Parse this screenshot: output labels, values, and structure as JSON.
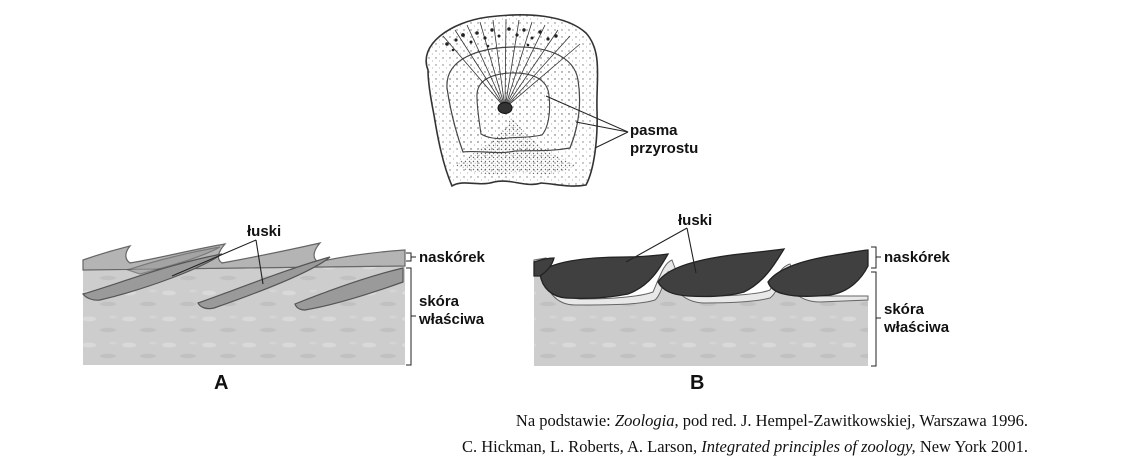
{
  "scale_diagram": {
    "label_line1": "pasma",
    "label_line2": "przyrostu"
  },
  "panel_a": {
    "letter": "A",
    "scales_label": "łuski",
    "epidermis_label": "naskórek",
    "dermis_line1": "skóra",
    "dermis_line2": "właściwa"
  },
  "panel_b": {
    "letter": "B",
    "scales_label": "łuski",
    "epidermis_label": "naskórek",
    "dermis_line1": "skóra",
    "dermis_line2": "właściwa"
  },
  "source": {
    "line1_prefix": "Na podstawie: ",
    "line1_title": "Zoologia",
    "line1_rest": ", pod red. J. Hempel-Zawitkowskiej",
    "line1_comma": ",",
    "line1_suffix": " Warszawa 1996.",
    "line2_prefix": "C. Hickman, L. Roberts, A. Larson, ",
    "line2_title": "Integrated principles of zoology,",
    "line2_suffix": " New York 2001."
  },
  "colors": {
    "dermis": "#c8c8c8",
    "epidermis": "#b4b4b4",
    "scale_a": "#9a9a9a",
    "scale_b": "#404040",
    "outline": "#555555"
  }
}
